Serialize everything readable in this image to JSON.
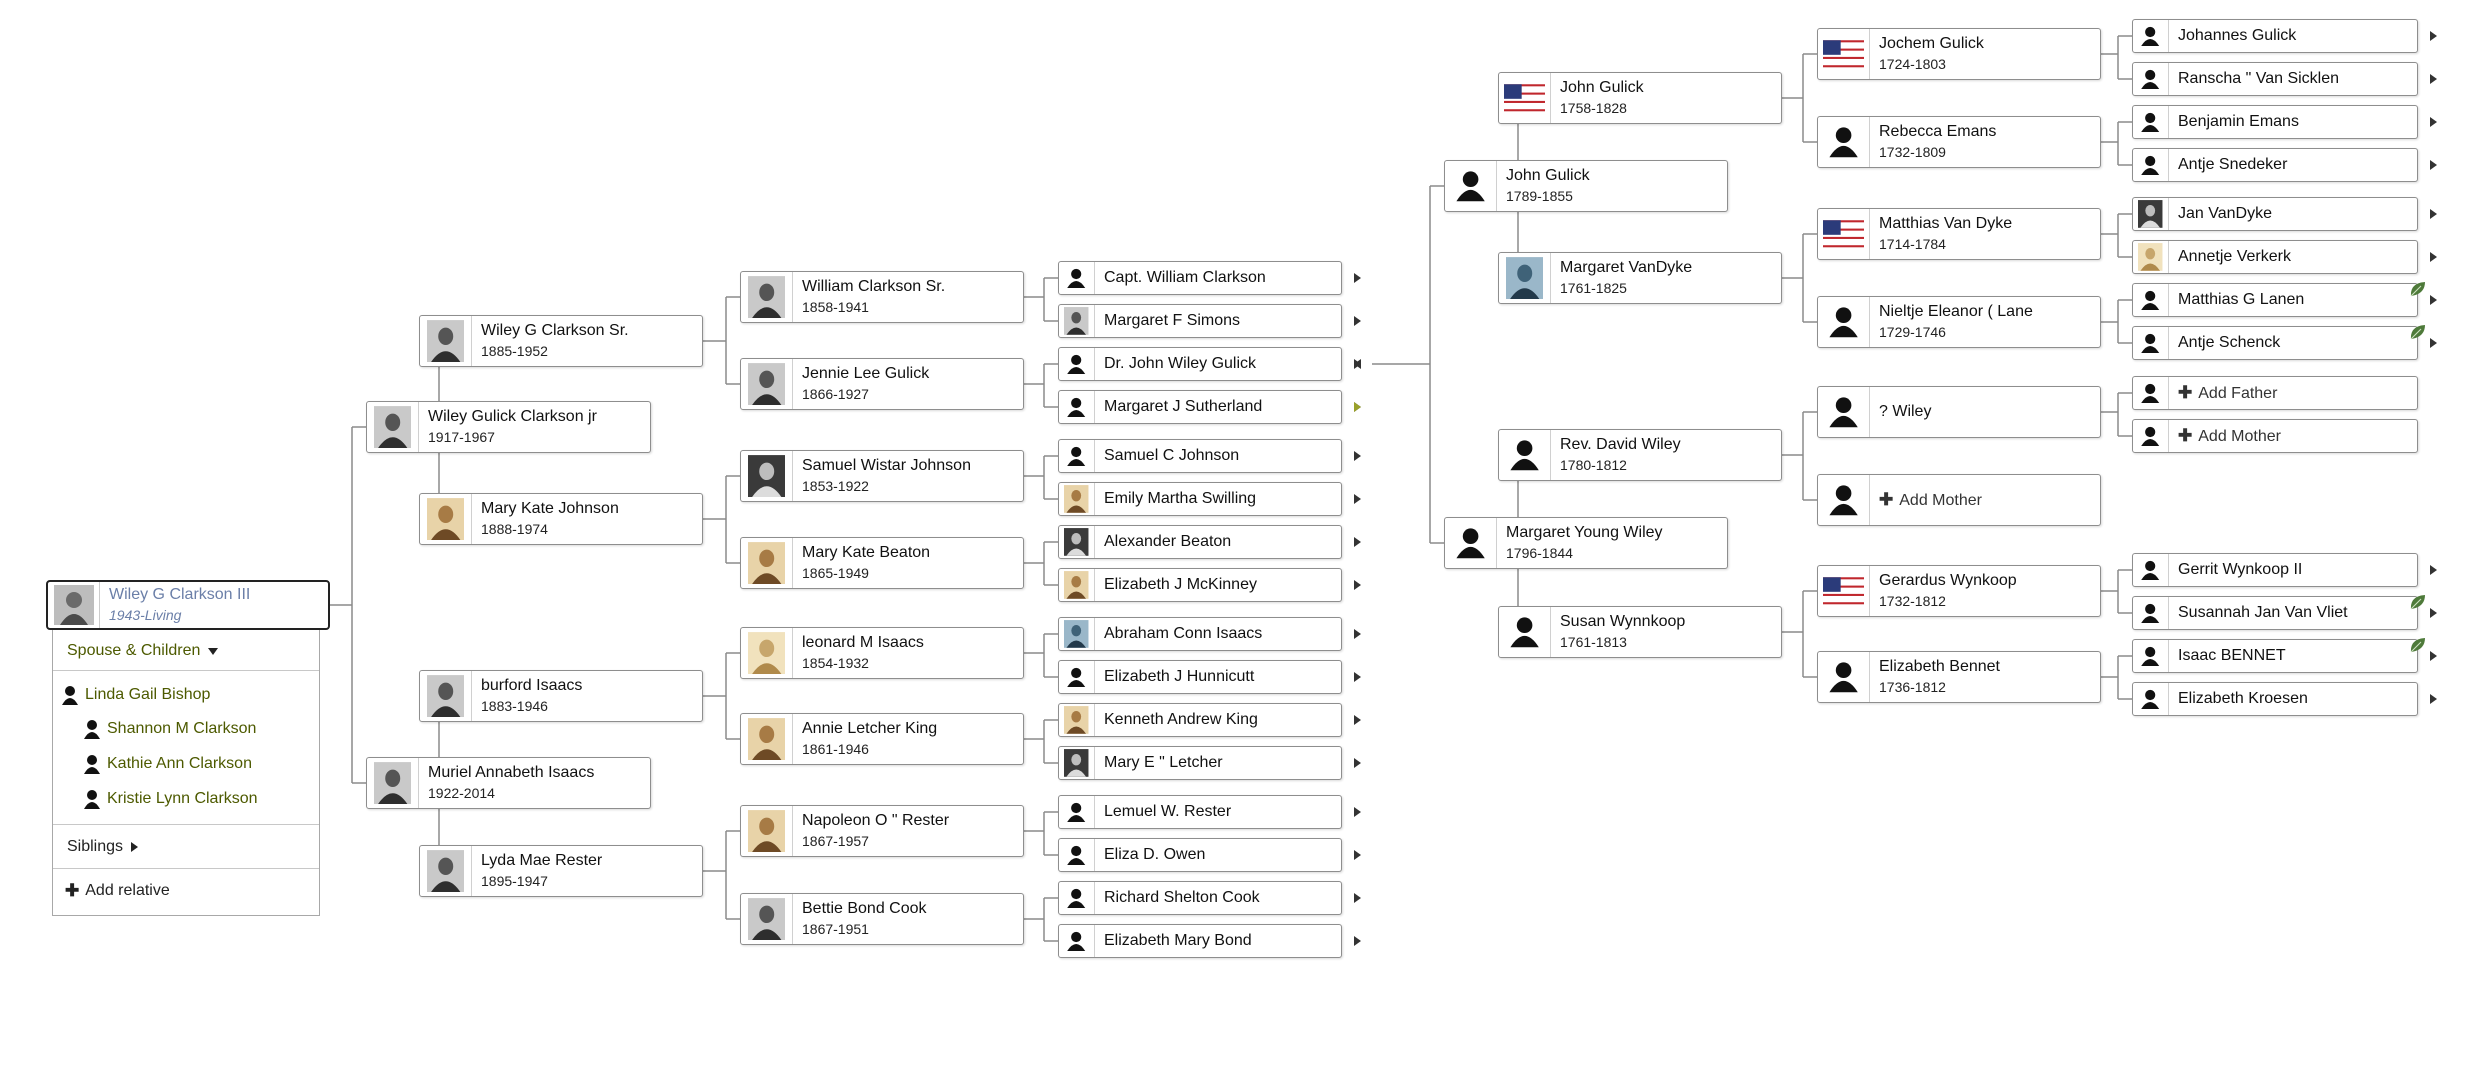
{
  "focus": {
    "name": "Wiley G Clarkson III",
    "dates": "1943-Living"
  },
  "panel": {
    "spouse_children_label": "Spouse & Children",
    "spouse": "Linda Gail Bishop",
    "children": [
      "Shannon M Clarkson",
      "Kathie Ann Clarkson",
      "Kristie Lynn Clarkson"
    ],
    "siblings_label": "Siblings",
    "add_relative_label": "Add relative"
  },
  "people": {
    "p_father": {
      "name": "Wiley Gulick Clarkson jr",
      "dates": "1917-1967",
      "photo": "photo"
    },
    "p_mother": {
      "name": "Muriel Annabeth Isaacs",
      "dates": "1922-2014",
      "photo": "photo"
    },
    "p_ff": {
      "name": "Wiley G Clarkson Sr.",
      "dates": "1885-1952",
      "photo": "photo"
    },
    "p_fm": {
      "name": "Mary Kate Johnson",
      "dates": "1888-1974",
      "photo": "photo-sepia"
    },
    "p_mf": {
      "name": "burford Isaacs",
      "dates": "1883-1946",
      "photo": "photo"
    },
    "p_mm": {
      "name": "Lyda Mae Rester",
      "dates": "1895-1947",
      "photo": "photo"
    },
    "g1": {
      "name": "William Clarkson Sr.",
      "dates": "1858-1941",
      "photo": "photo"
    },
    "g2": {
      "name": "Jennie Lee Gulick",
      "dates": "1866-1927",
      "photo": "photo"
    },
    "g3": {
      "name": "Samuel Wistar Johnson",
      "dates": "1853-1922",
      "photo": "photo-dark"
    },
    "g4": {
      "name": "Mary Kate Beaton",
      "dates": "1865-1949",
      "photo": "photo-sepia"
    },
    "g5": {
      "name": "leonard M Isaacs",
      "dates": "1854-1932",
      "photo": "photo-doc"
    },
    "g6": {
      "name": "Annie Letcher King",
      "dates": "1861-1946",
      "photo": "photo-sepia"
    },
    "g7": {
      "name": "Napoleon O \" Rester",
      "dates": "1867-1957",
      "photo": "photo-sepia"
    },
    "g8": {
      "name": "Bettie Bond Cook",
      "dates": "1867-1951",
      "photo": "photo"
    },
    "h1": {
      "name": "Capt. William Clarkson",
      "photo": "silhouette"
    },
    "h2": {
      "name": "Margaret F Simons",
      "photo": "photo"
    },
    "h3": {
      "name": "Dr. John Wiley Gulick",
      "photo": "silhouette"
    },
    "h4": {
      "name": "Margaret J Sutherland",
      "photo": "silhouette"
    },
    "h5": {
      "name": "Samuel C Johnson",
      "photo": "silhouette"
    },
    "h6": {
      "name": "Emily Martha Swilling",
      "photo": "photo-sepia"
    },
    "h7": {
      "name": "Alexander Beaton",
      "photo": "photo-dark"
    },
    "h8": {
      "name": "Elizabeth J McKinney",
      "photo": "photo-sepia"
    },
    "h9": {
      "name": "Abraham Conn Isaacs",
      "photo": "photo-blue"
    },
    "h10": {
      "name": "Elizabeth J Hunnicutt",
      "photo": "silhouette"
    },
    "h11": {
      "name": "Kenneth Andrew King",
      "photo": "photo-sepia"
    },
    "h12": {
      "name": "Mary E \" Letcher",
      "photo": "photo-dark"
    },
    "h13": {
      "name": "Lemuel W. Rester",
      "photo": "silhouette"
    },
    "h14": {
      "name": "Eliza D. Owen",
      "photo": "silhouette"
    },
    "h15": {
      "name": "Richard Shelton Cook",
      "photo": "silhouette"
    },
    "h16": {
      "name": "Elizabeth Mary Bond",
      "photo": "silhouette"
    },
    "r_jg": {
      "name": "John Gulick",
      "dates": "1789-1855",
      "photo": "silhouette"
    },
    "r_myw": {
      "name": "Margaret Young Wiley",
      "dates": "1796-1844",
      "photo": "silhouette"
    },
    "r_jg2": {
      "name": "John Gulick",
      "dates": "1758-1828",
      "photo": "flag"
    },
    "r_mvd": {
      "name": "Margaret VanDyke",
      "dates": "1761-1825",
      "photo": "photo-blue"
    },
    "r_dw": {
      "name": "Rev. David Wiley",
      "dates": "1780-1812",
      "photo": "silhouette"
    },
    "r_sw": {
      "name": "Susan Wynnkoop",
      "dates": "1761-1813",
      "photo": "silhouette"
    },
    "r_jch": {
      "name": "Jochem Gulick",
      "dates": "1724-1803",
      "photo": "flag"
    },
    "r_re": {
      "name": "Rebecca Emans",
      "dates": "1732-1809",
      "photo": "silhouette"
    },
    "r_mvd2": {
      "name": "Matthias Van Dyke",
      "dates": "1714-1784",
      "photo": "flag"
    },
    "r_nel": {
      "name": "Nieltje Eleanor ( Lane",
      "dates": "1729-1746",
      "photo": "silhouette"
    },
    "r_qw": {
      "name": "? Wiley",
      "photo": "silhouette"
    },
    "r_am1": {
      "name": "Add Mother",
      "photo": "silhouette"
    },
    "r_gw": {
      "name": "Gerardus Wynkoop",
      "dates": "1732-1812",
      "photo": "flag"
    },
    "r_eb": {
      "name": "Elizabeth Bennet",
      "dates": "1736-1812",
      "photo": "silhouette"
    },
    "x1": {
      "name": "Johannes Gulick",
      "photo": "silhouette"
    },
    "x2": {
      "name": "Ranscha \" Van Sicklen",
      "photo": "silhouette"
    },
    "x3": {
      "name": "Benjamin Emans",
      "photo": "silhouette"
    },
    "x4": {
      "name": "Antje Snedeker",
      "photo": "silhouette"
    },
    "x5": {
      "name": "Jan VanDyke",
      "photo": "photo-dark"
    },
    "x6": {
      "name": "Annetje Verkerk",
      "photo": "photo-doc"
    },
    "x7": {
      "name": "Matthias G Lanen",
      "photo": "silhouette"
    },
    "x8": {
      "name": "Antje Schenck",
      "photo": "silhouette"
    },
    "x9": {
      "name": "Add Father",
      "photo": "silhouette"
    },
    "x10": {
      "name": "Add Mother",
      "photo": "silhouette"
    },
    "x11": {
      "name": "Gerrit Wynkoop II",
      "photo": "silhouette"
    },
    "x12": {
      "name": "Susannah Jan Van Vliet",
      "photo": "silhouette"
    },
    "x13": {
      "name": "Isaac BENNET",
      "photo": "silhouette"
    },
    "x14": {
      "name": "Elizabeth Kroesen",
      "photo": "silhouette"
    }
  },
  "colors": {
    "border": "#8e8e8e",
    "accent_text": "#4d5a00",
    "focus_text": "#6b7fa8",
    "hint_leaf": "#4e7a3a"
  }
}
